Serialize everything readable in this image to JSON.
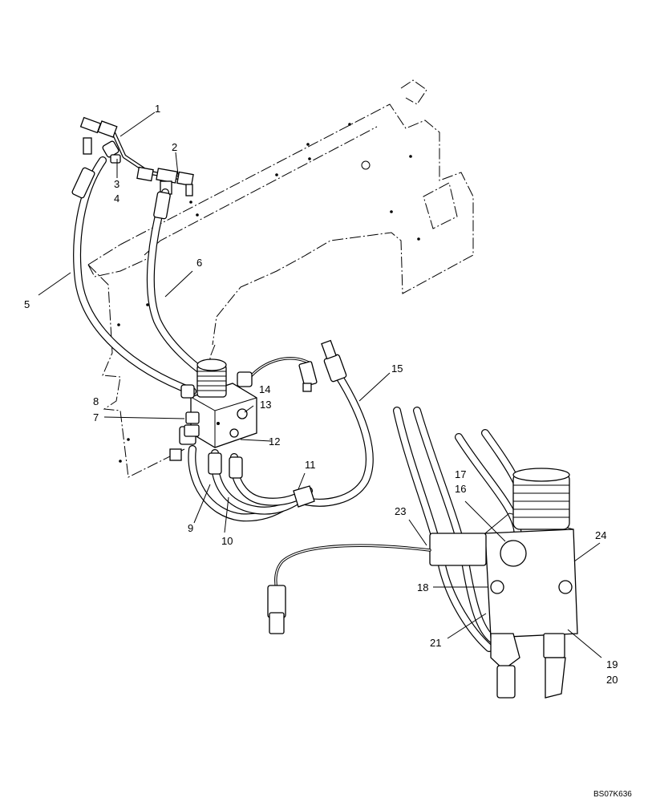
{
  "callouts": [
    {
      "id": "1",
      "text": "1"
    },
    {
      "id": "2",
      "text": "2"
    },
    {
      "id": "3",
      "text": "3"
    },
    {
      "id": "4",
      "text": "4"
    },
    {
      "id": "5",
      "text": "5"
    },
    {
      "id": "6",
      "text": "6"
    },
    {
      "id": "7",
      "text": "7"
    },
    {
      "id": "8",
      "text": "8"
    },
    {
      "id": "9",
      "text": "9"
    },
    {
      "id": "10",
      "text": "10"
    },
    {
      "id": "11",
      "text": "11"
    },
    {
      "id": "12",
      "text": "12"
    },
    {
      "id": "13",
      "text": "13"
    },
    {
      "id": "14",
      "text": "14"
    },
    {
      "id": "15",
      "text": "15"
    },
    {
      "id": "16",
      "text": "16"
    },
    {
      "id": "17",
      "text": "17"
    },
    {
      "id": "18",
      "text": "18"
    },
    {
      "id": "19",
      "text": "19"
    },
    {
      "id": "20",
      "text": "20"
    },
    {
      "id": "21",
      "text": "21"
    },
    {
      "id": "23",
      "text": "23"
    },
    {
      "id": "24",
      "text": "24"
    }
  ],
  "drawing_code": "BS07K636",
  "colors": {
    "line": "#000000",
    "background": "#ffffff"
  }
}
